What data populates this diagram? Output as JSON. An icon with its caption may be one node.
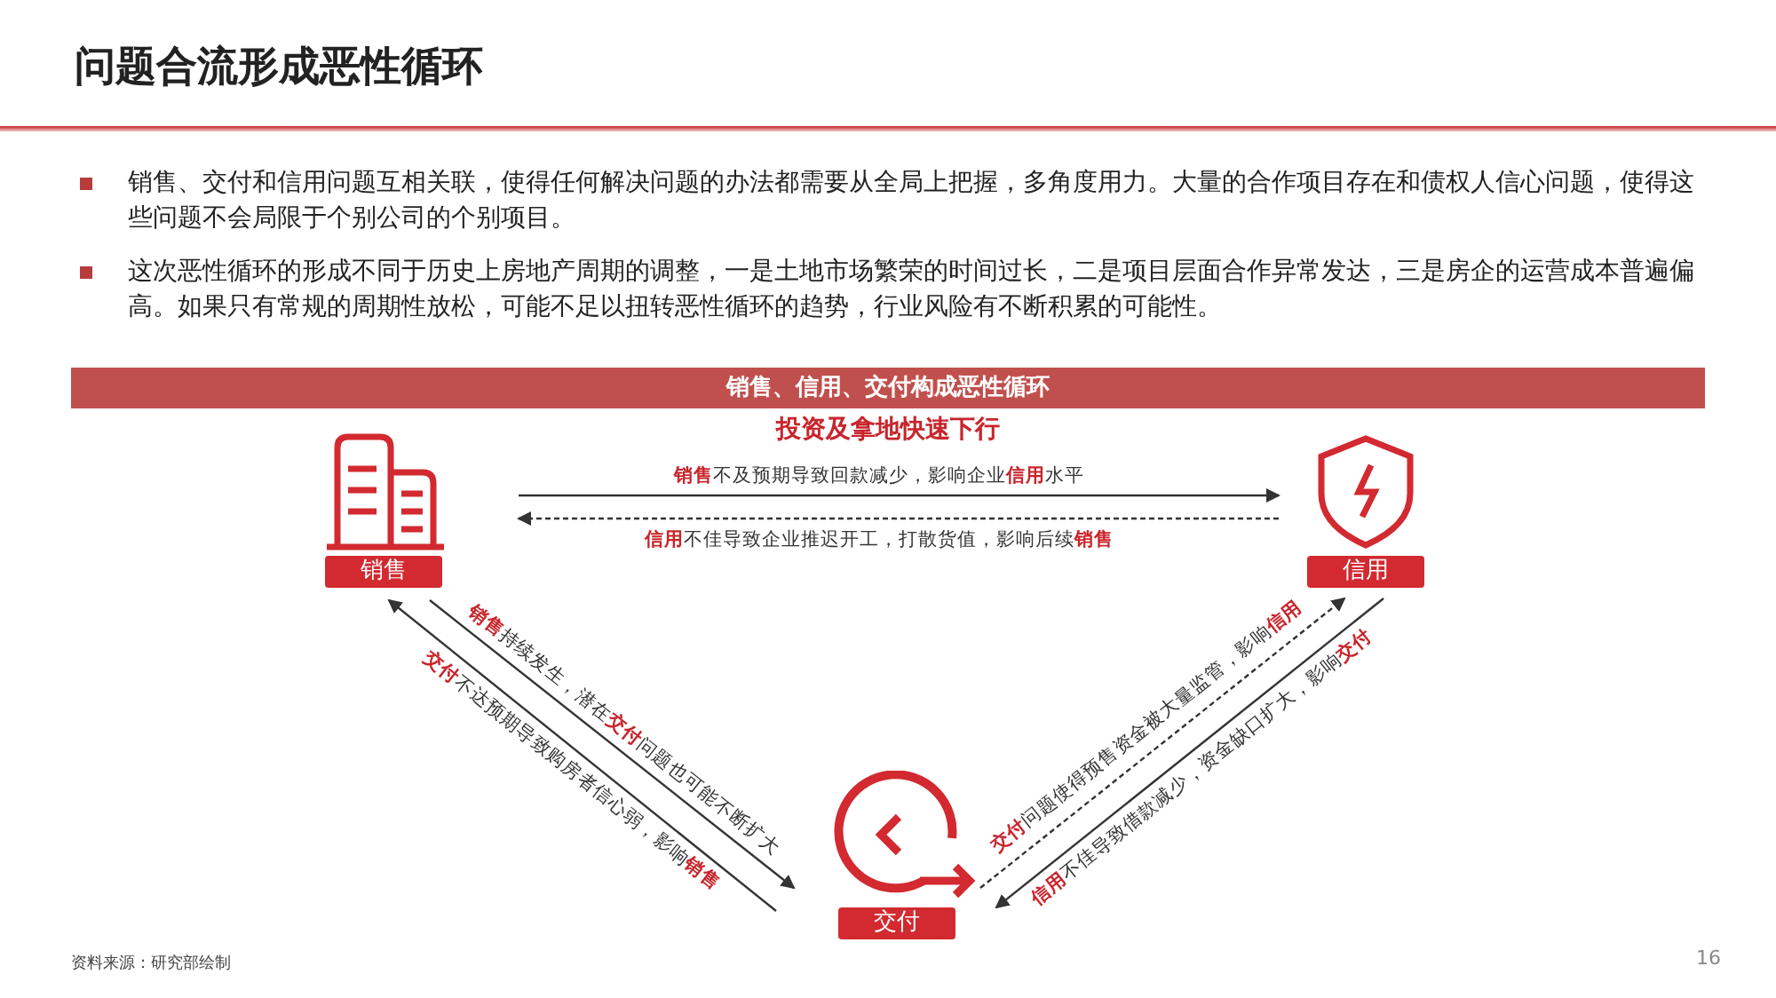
{
  "diagram": {
    "title": "问题合流形成恶性循环",
    "nodes": [
      {
        "text": [
          "销售、信用、交付构成恶性循环"
        ]
      },
      {
        "text": [
          "销售"
        ]
      },
      {
        "text": [
          "信用"
        ]
      },
      {
        "text": [
          "交付"
        ]
      }
    ],
    "edges": [
      {
        "from": 1,
        "to": 2,
        "arrow": "to",
        "label": "**销售**不及预期导致回款减少，影响企业**信用**水平"
      },
      {
        "from": 2,
        "to": 1,
        "arrow": "to",
        "style": "dashed",
        "label": "**信用**不佳导致企业推迟开工，打散货值，影响后续**销售**"
      },
      {
        "from": 1,
        "to": 3,
        "arrow": "to",
        "label": "**销售**持续发生，潜在**交付**问题也可能不断扩大"
      },
      {
        "from": 3,
        "to": 1,
        "arrow": "to",
        "label": "**交付**不达预期导致购房者信心弱，影响**销售**"
      },
      {
        "from": 3,
        "to": 2,
        "arrow": "to",
        "style": "dashed",
        "label": "**交付**问题使得预售资金被大量监管，影响**信用**"
      },
      {
        "from": 2,
        "to": 3,
        "arrow": "to",
        "label": "**信用**不佳导致借款减少，资金缺口扩大，影响**交付**"
      }
    ],
    "labels": [
      "销售、交付和信用问题互相关联，使得任何解决问题的办法都需要从全局上把握，多角度用力。大量的合作项目存在和债权人信心问题，使得这些问题不会局限于个别公司的个别项目。",
      "这次恶性循环的形成不同于历史上房地产周期的调整，一是土地市场繁荣的时间过长，二是项目层面合作异常发达，三是房企的运营成本普遍偏高。如果只有常规的周期性放松，可能不足以扭转恶性循环的趋势，行业风险有不断积累的可能性。",
      "投资及拿地快速下行",
      "资料来源：研究部绘制",
      "16"
    ]
  }
}
